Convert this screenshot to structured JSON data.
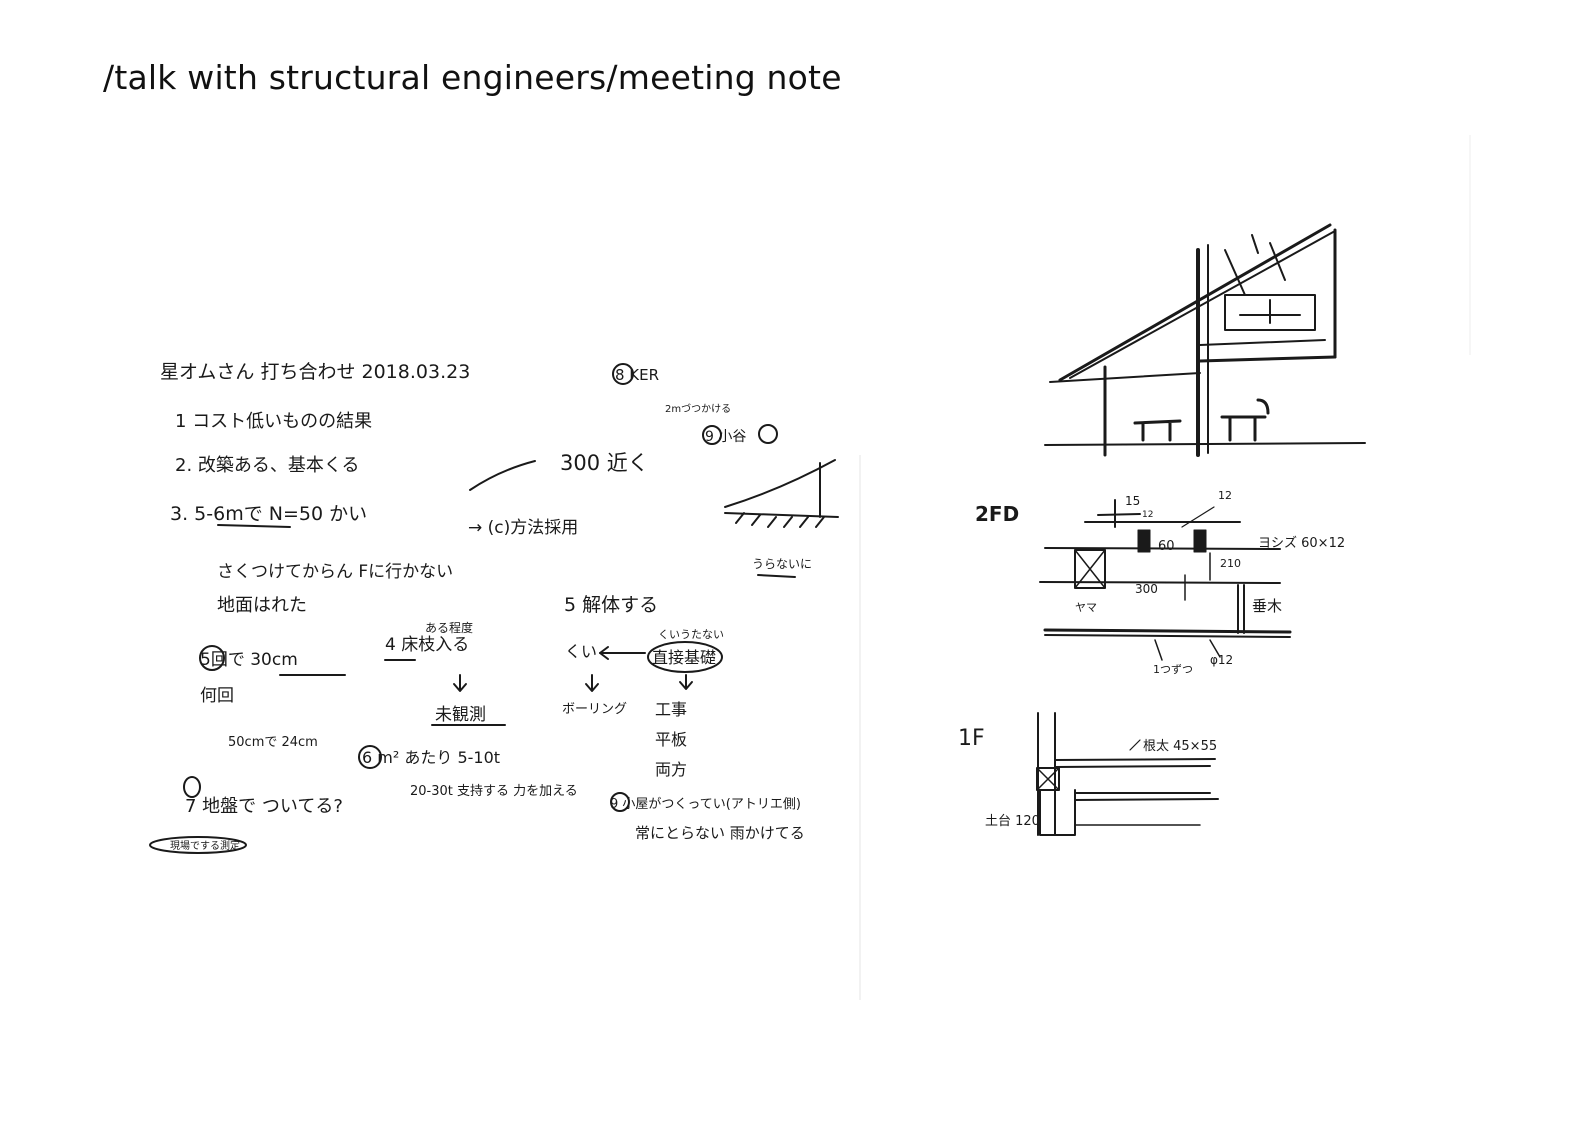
{
  "page": {
    "title": "/talk with structural engineers/meeting note"
  },
  "note": {
    "header": "星オムさん 打ち合わせ 2018.03.23",
    "items": [
      "1 コスト低いものの結果",
      "2. 改築ある、基本くる",
      "3. 5-6mで N=50 かい",
      "→ (c)方法採用",
      "さくつけてからん Fに行かない",
      "地面はれた",
      "5 解体する",
      "くい",
      "直接基礎",
      "4 床枝入る",
      "未観測",
      "5回で 30cm",
      "何回",
      "50cmで 24cm",
      "ボーリング",
      "工事",
      "平板",
      "両方",
      "6 m² あたり 5-10t",
      "20-30t 支持する 力を加える",
      "7 地盤で ついてる?",
      "現場でする測定",
      "9 小屋がつくってい(アトリエ側)",
      "常にとらない 雨かけてる",
      "300 近く",
      "8 KER",
      "2mづつかける",
      "9 小谷",
      "うらないに",
      "ある程度",
      "くいうたない"
    ],
    "plan_labels": {
      "level_2f": "2FD",
      "level_1f": "1F",
      "dim_15": "15",
      "dim_12_top": "12",
      "dim_12_mid": "12",
      "dim_60": "60",
      "note_60x12": "ヨシズ 60×12",
      "dim_210": "210",
      "dim_300": "300",
      "label_rafter": "垂木",
      "label_left": "ヤマ",
      "label_bottom": "1つずつ",
      "dim_phi12": "φ12",
      "label_1f": "根太 45×55",
      "label_dodai": "土台 120"
    }
  }
}
